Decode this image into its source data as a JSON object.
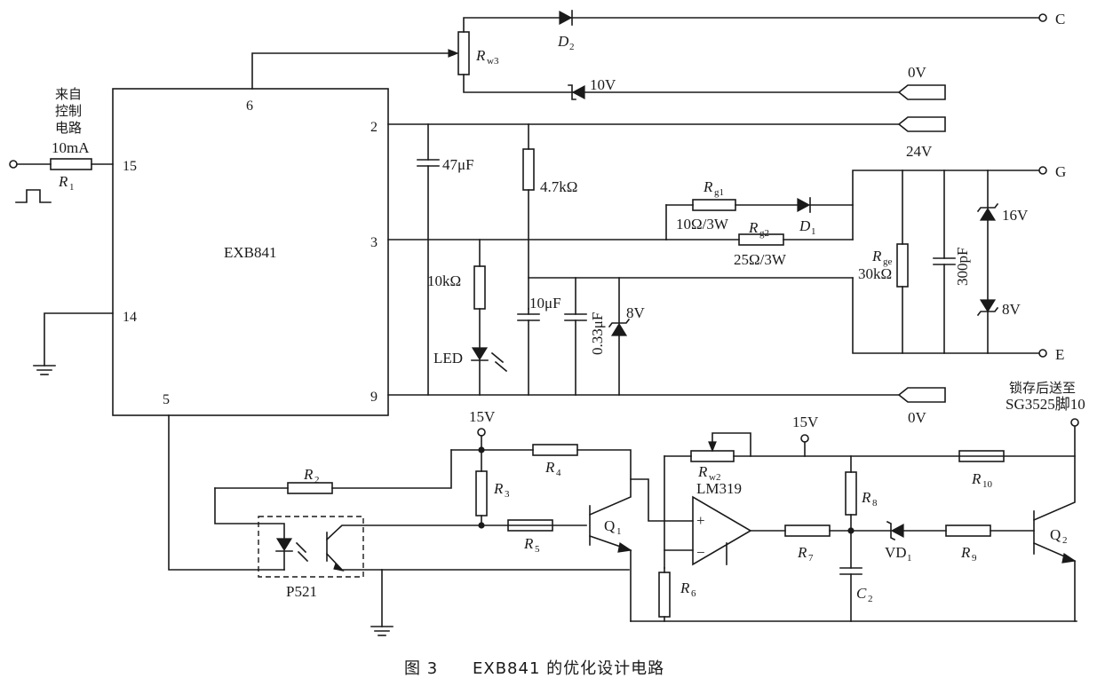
{
  "caption": {
    "figure_number": "图 3",
    "title": "EXB841 的优化设计电路"
  },
  "ic": {
    "name": "EXB841",
    "pins": [
      "6",
      "15",
      "2",
      "3",
      "14",
      "9",
      "5"
    ]
  },
  "input": {
    "source_line1": "来自",
    "source_line2": "控制",
    "source_line3": "电路",
    "current": "10mA",
    "resistor": "R",
    "resistor_sub": "1"
  },
  "top": {
    "rw3": "R",
    "rw3_sub": "w3",
    "d2": "D",
    "d2_sub": "2",
    "zener_10v": "10V",
    "terminal_c": "C",
    "zero_v_top": "0V",
    "v24": "24V"
  },
  "gate": {
    "rg1": "R",
    "rg1_sub": "g1",
    "rg1_value": "10Ω/3W",
    "d1": "D",
    "d1_sub": "1",
    "rg2": "R",
    "rg2_sub": "g2",
    "rg2_value": "25Ω/3W",
    "rge": "R",
    "rge_sub": "ge",
    "rge_value": "30kΩ",
    "c300": "300pF",
    "z16": "16V",
    "z8b": "8V",
    "terminal_g": "G",
    "terminal_e": "E"
  },
  "mid": {
    "c47": "47μF",
    "r47k": "4.7kΩ",
    "r10k": "10kΩ",
    "led": "LED",
    "c10": "10μF",
    "c033": "0.33μF",
    "z8": "8V",
    "zero_v_bottom": "0V"
  },
  "bottom": {
    "v15a": "15V",
    "v15b": "15V",
    "r2": "R",
    "r2_sub": "2",
    "r3": "R",
    "r3_sub": "3",
    "r4": "R",
    "r4_sub": "4",
    "r5": "R",
    "r5_sub": "5",
    "q1": "Q",
    "q1_sub": "1",
    "rw2": "R",
    "rw2_sub": "w2",
    "lm319": "LM319",
    "plus": "+",
    "minus": "−",
    "r6": "R",
    "r6_sub": "6",
    "r7": "R",
    "r7_sub": "7",
    "r8": "R",
    "r8_sub": "8",
    "r9": "R",
    "r9_sub": "9",
    "r10": "R",
    "r10_sub": "10",
    "vd1": "VD",
    "vd1_sub": "1",
    "c2": "C",
    "c2_sub": "2",
    "q2": "Q",
    "q2_sub": "2",
    "out_line1": "锁存后送至",
    "out_line2": "SG3525脚10",
    "optocoupler": "P521"
  }
}
